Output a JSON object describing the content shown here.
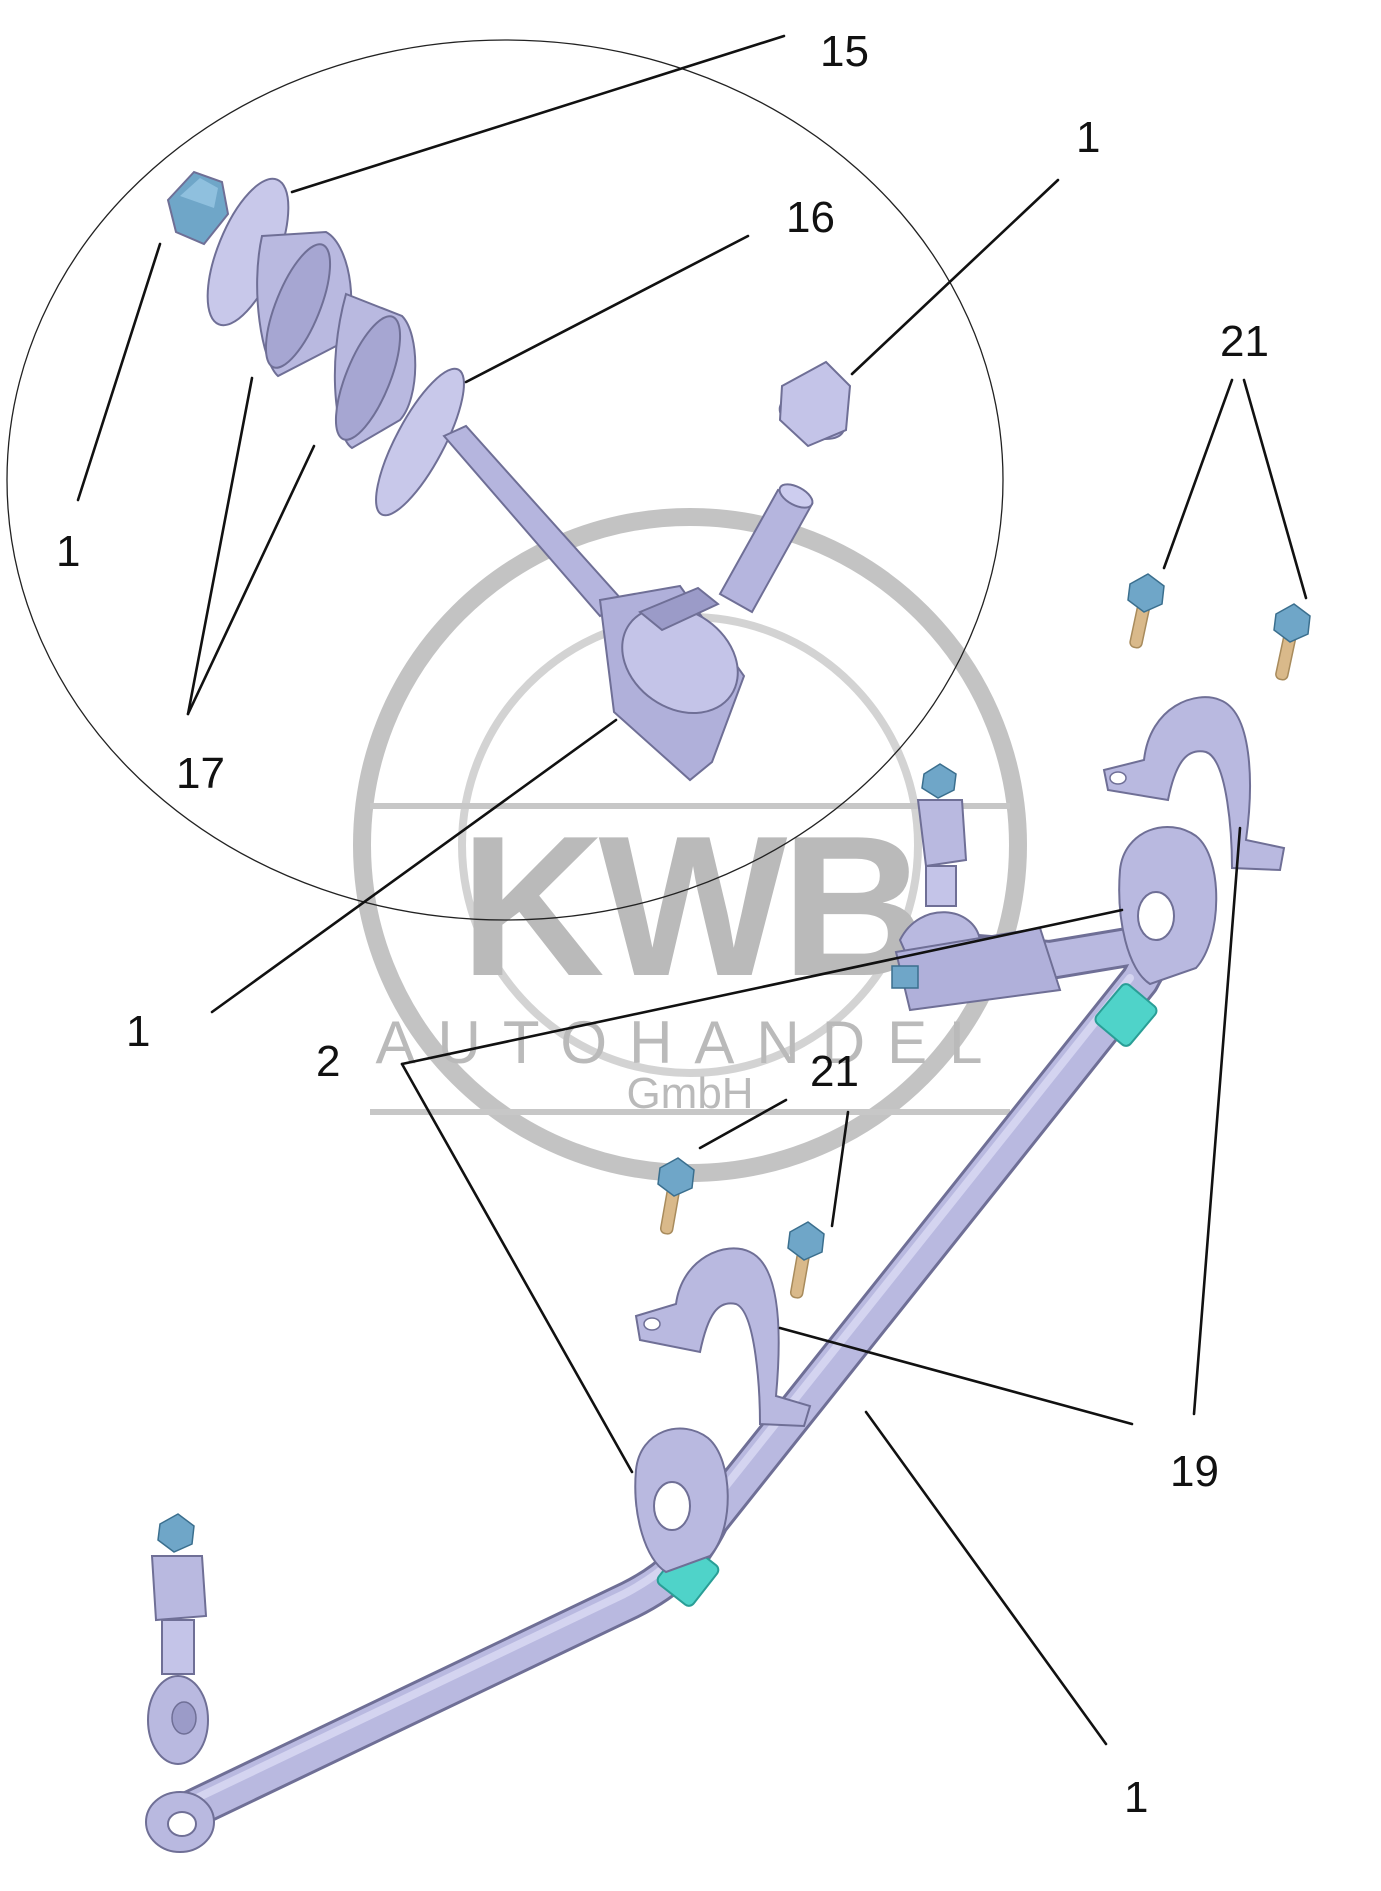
{
  "watermark": {
    "logo": "KWB",
    "line1": "AUTOHANDEL",
    "line2": "GmbH"
  },
  "callouts": [
    {
      "id": "c15",
      "label": "15"
    },
    {
      "id": "c1-top-right",
      "label": "1"
    },
    {
      "id": "c16",
      "label": "16"
    },
    {
      "id": "c1-left",
      "label": "1"
    },
    {
      "id": "c17",
      "label": "17"
    },
    {
      "id": "c21-top",
      "label": "21"
    },
    {
      "id": "c1-mid",
      "label": "1"
    },
    {
      "id": "c2",
      "label": "2"
    },
    {
      "id": "c21-mid",
      "label": "21"
    },
    {
      "id": "c19",
      "label": "19"
    },
    {
      "id": "c1-bottom",
      "label": "1"
    }
  ],
  "colors": {
    "part_fill": "#b9b9e0",
    "part_shade": "#9b9bc8",
    "fastener_blue": "#6fa6c8",
    "bushing_teal": "#4fd3c9",
    "bolt_shank": "#d9b98a",
    "watermark_gray": "#b3b3b3"
  }
}
